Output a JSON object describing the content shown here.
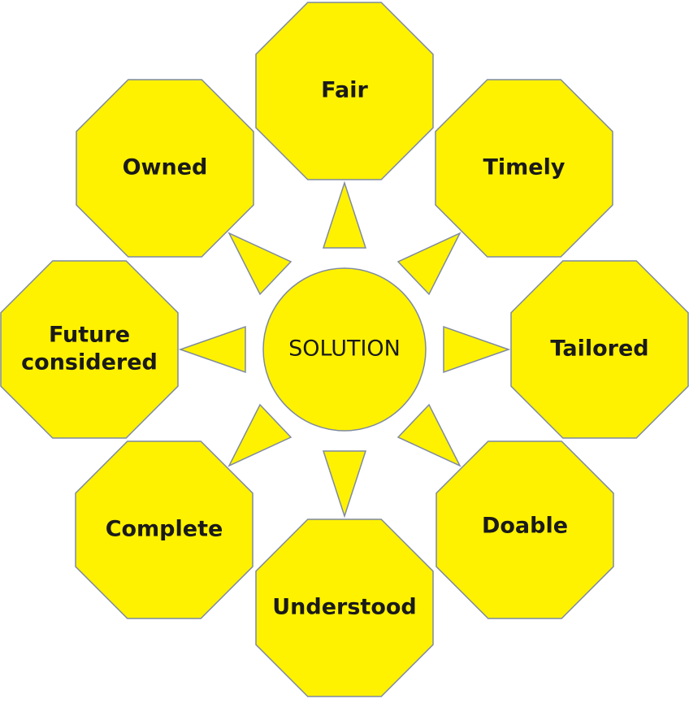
{
  "diagram": {
    "center_label": "SOLUTION",
    "fill_color": "#FFF200",
    "stroke_color": "#7F8AA0",
    "petals": [
      {
        "id": "fair",
        "label_lines": [
          "Fair"
        ]
      },
      {
        "id": "timely",
        "label_lines": [
          "Timely"
        ]
      },
      {
        "id": "tailored",
        "label_lines": [
          "Tailored"
        ]
      },
      {
        "id": "doable",
        "label_lines": [
          "Doable"
        ]
      },
      {
        "id": "understood",
        "label_lines": [
          "Understood"
        ]
      },
      {
        "id": "complete",
        "label_lines": [
          "Complete"
        ]
      },
      {
        "id": "future-considered",
        "label_lines": [
          "Future",
          "considered"
        ]
      },
      {
        "id": "owned",
        "label_lines": [
          "Owned"
        ]
      }
    ]
  }
}
